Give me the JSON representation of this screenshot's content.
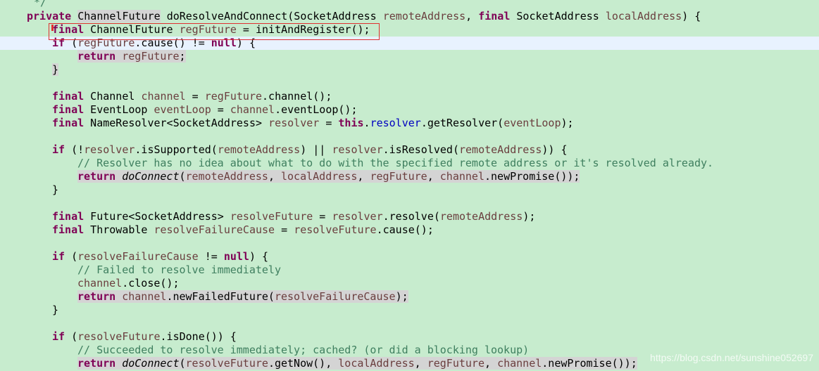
{
  "editor": {
    "comment_end": "*/",
    "sig": {
      "kw_private": "private",
      "type": "ChannelFuture",
      "name": "doResolveAndConnect(SocketAddress ",
      "p1": "remoteAddress",
      "comma": ", ",
      "kw_final": "final",
      "type2": " SocketAddress ",
      "p2": "localAddress",
      "end": ") {"
    },
    "l1": {
      "kw": "final",
      "type": " ChannelFuture ",
      "var": "regFuture",
      "rest": " = initAndRegister();"
    },
    "l2": {
      "kw": "if",
      "open": " (",
      "var": "regFuture",
      "mid": ".cause() != ",
      "kw2": "null",
      "end": ") {"
    },
    "l3": {
      "kw": "return",
      "sp": " ",
      "var": "regFuture",
      "end": ";"
    },
    "l4": "}",
    "l5": {
      "kw": "final",
      "type": " Channel ",
      "var": "channel",
      "eq": " = ",
      "var2": "regFuture",
      "rest": ".channel();"
    },
    "l6": {
      "kw": "final",
      "type": " EventLoop ",
      "var": "eventLoop",
      "eq": " = ",
      "var2": "channel",
      "rest": ".eventLoop();"
    },
    "l7": {
      "kw": "final",
      "type": " NameResolver<SocketAddress> ",
      "var": "resolver",
      "eq": " = ",
      "kw2": "this",
      "dot": ".",
      "fld": "resolver",
      "rest": ".getResolver(",
      "var2": "eventLoop",
      "end": ");"
    },
    "l8": {
      "kw": "if",
      "open": " (!",
      "var": "resolver",
      "m1": ".isSupported(",
      "var2": "remoteAddress",
      "or": ") || ",
      "var3": "resolver",
      "m2": ".isResolved(",
      "var4": "remoteAddress",
      "end": ")) {"
    },
    "l9": "// Resolver has no idea about what to do with the specified remote address or it's resolved already.",
    "l10": {
      "kw": "return",
      "sp": " ",
      "fn": "doConnect",
      "open": "(",
      "a1": "remoteAddress",
      "c1": ", ",
      "a2": "localAddress",
      "c2": ", ",
      "a3": "regFuture",
      "c3": ", ",
      "a4": "channel",
      "end": ".newPromise());"
    },
    "l11": "}",
    "l12": {
      "kw": "final",
      "type": " Future<SocketAddress> ",
      "var": "resolveFuture",
      "eq": " = ",
      "var2": "resolver",
      "m": ".resolve(",
      "var3": "remoteAddress",
      "end": ");"
    },
    "l13": {
      "kw": "final",
      "type": " Throwable ",
      "var": "resolveFailureCause",
      "eq": " = ",
      "var2": "resolveFuture",
      "end": ".cause();"
    },
    "l14": {
      "kw": "if",
      "open": " (",
      "var": "resolveFailureCause",
      "mid": " != ",
      "kw2": "null",
      "end": ") {"
    },
    "l15": "// Failed to resolve immediately",
    "l16": {
      "var": "channel",
      "end": ".close();"
    },
    "l17": {
      "kw": "return",
      "sp": " ",
      "var": "channel",
      "m": ".newFailedFuture(",
      "var2": "resolveFailureCause",
      "end": ");"
    },
    "l18": "}",
    "l19": {
      "kw": "if",
      "open": " (",
      "var": "resolveFuture",
      "end": ".isDone()) {"
    },
    "l20": "// Succeeded to resolve immediately; cached? (or did a blocking lookup)",
    "l21": {
      "kw": "return",
      "sp": " ",
      "fn": "doConnect",
      "open": "(",
      "a1": "resolveFuture",
      "m": ".getNow(), ",
      "a2": "localAddress",
      "c2": ", ",
      "a3": "regFuture",
      "c3": ", ",
      "a4": "channel",
      "end": ".newPromise());"
    }
  },
  "watermark": "https://blog.csdn.net/sunshine052697"
}
